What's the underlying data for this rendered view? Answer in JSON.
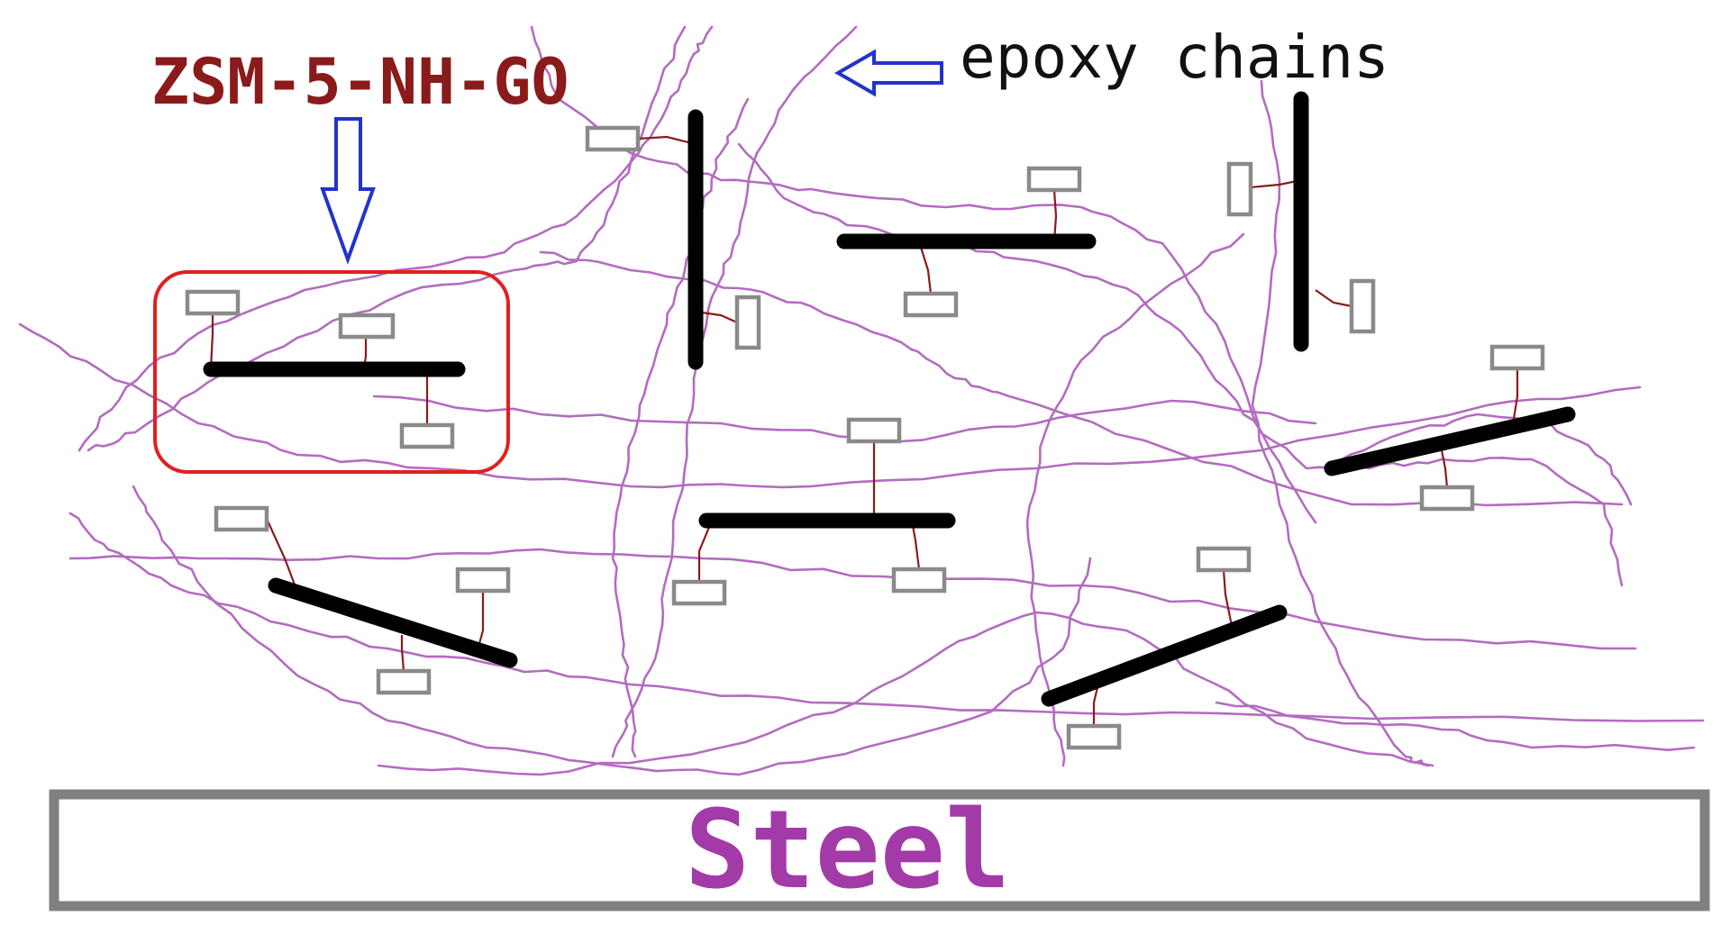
{
  "labels": {
    "zsm": "ZSM-5-NH-GO",
    "epoxy": "epoxy chains",
    "steel": "Steel"
  },
  "colors": {
    "zsm_label": "#8b1a1a",
    "steel_label": "#a23aa8",
    "epoxy_chain": "#b36cbf",
    "graphene_sheet": "#000000",
    "zeolite_box": "#8a8a8a",
    "linker": "#8b1a1a",
    "highlight_box": "#e02020",
    "arrow": "#2233cc",
    "substrate_border": "#808080"
  },
  "icons": {
    "zsm_pointer": "down-arrow-icon",
    "epoxy_pointer": "left-arrow-icon"
  }
}
